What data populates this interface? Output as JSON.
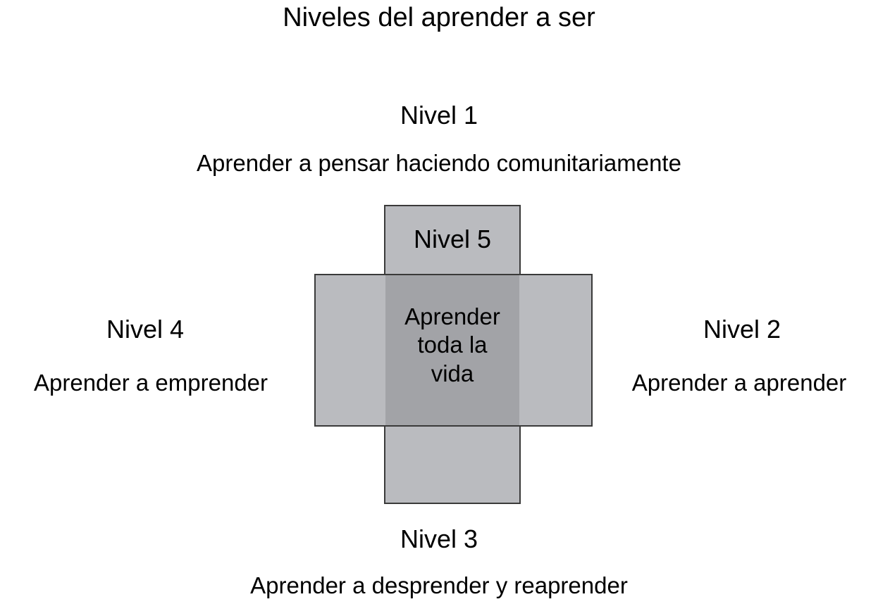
{
  "title": "Niveles del aprender a ser",
  "colors": {
    "background": "#ffffff",
    "rectangle_fill": "#babbbf",
    "rectangle_overlap_fill": "#a2a3a7",
    "rectangle_border": "#3a3a3a",
    "text": "#000000"
  },
  "center": {
    "line1": "Aprender",
    "line2": "toda la",
    "line3": "vida"
  },
  "levels": {
    "top": {
      "label": "Nivel 1",
      "description": "Aprender a pensar haciendo comunitariamente"
    },
    "right": {
      "label": "Nivel 2",
      "description": "Aprender a aprender"
    },
    "bottom": {
      "label": "Nivel 3",
      "description": "Aprender a desprender y reaprender"
    },
    "left": {
      "label": "Nivel 4",
      "description": "Aprender a emprender"
    },
    "inner_top": {
      "label": "Nivel 5"
    }
  }
}
